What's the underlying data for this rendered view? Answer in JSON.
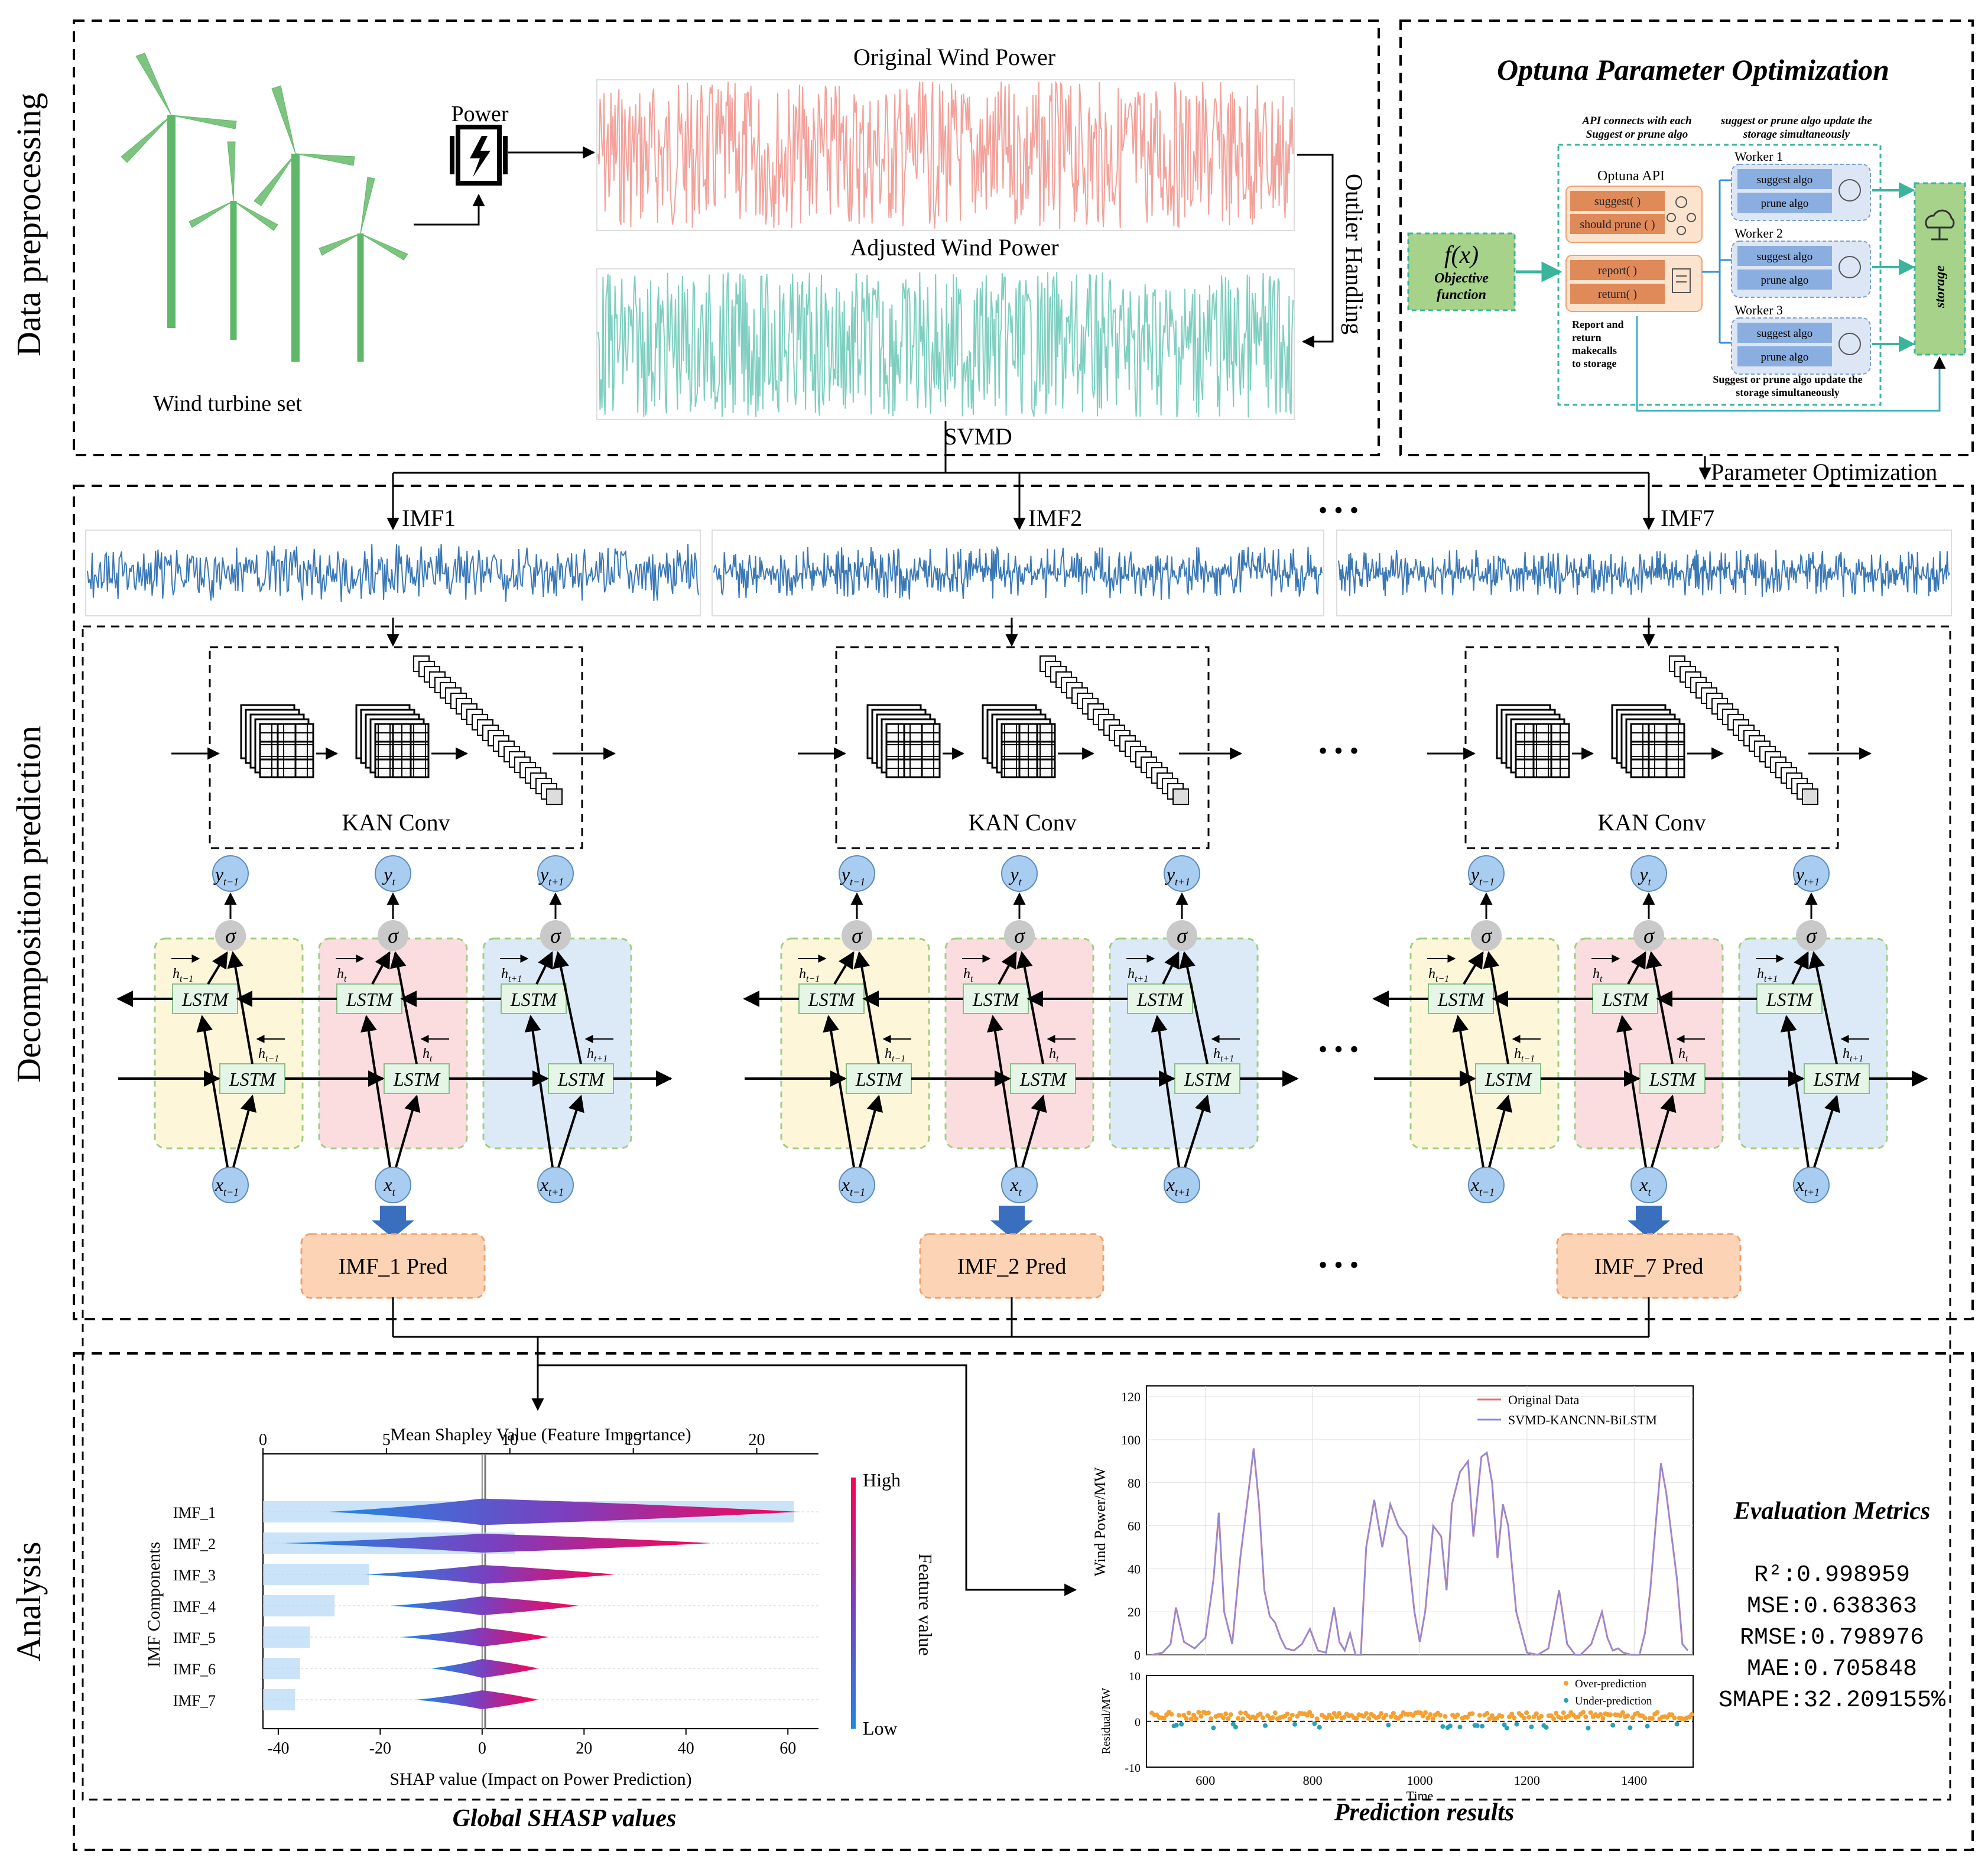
{
  "sections": {
    "preprocessing": "Data preprocessing",
    "decomposition": "Decomposition prediction",
    "analysis": "Analysis"
  },
  "preprocessing": {
    "turbine_label": "Wind turbine set",
    "power_label": "Power",
    "original_title": "Original Wind Power",
    "adjusted_title": "Adjusted Wind Power",
    "outlier": "Outlier Handling",
    "svmd": "SVMD",
    "colors": {
      "original": "#f2a29b",
      "adjusted": "#7ecfc0"
    }
  },
  "optuna": {
    "title": "Optuna Parameter Optimization",
    "objective_fx": "f(x)",
    "objective_line1": "Objective",
    "objective_line2": "function",
    "note_api_1": "API connects with each",
    "note_api_2": "Suggest or prune algo",
    "note_update_1": "suggest or prune algo update the",
    "note_update_2": "storage simultaneously",
    "api_label": "Optuna API",
    "suggest": "suggest( )",
    "should_prune": "should prune ( )",
    "report": "report( )",
    "return": "return( )",
    "report_note": [
      "Report and",
      "return",
      "makecalls",
      "to storage"
    ],
    "workers": [
      "Worker 1",
      "Worker 2",
      "Worker 3"
    ],
    "suggest_algo": "suggest algo",
    "prune_algo": "prune algo",
    "storage": "storage",
    "bottom_note_1": "Suggest or prune algo update the",
    "bottom_note_2": "storage simultaneously",
    "param_opt": "Parameter Optimization"
  },
  "decomposition": {
    "imf_labels": [
      "IMF1",
      "IMF2",
      "IMF7"
    ],
    "kan_conv": "KAN Conv",
    "lstm": "LSTM",
    "sigma": "σ",
    "preds": [
      "IMF_1 Pred",
      "IMF_2 Pred",
      "IMF_7 Pred"
    ],
    "ellipsis": "• • •",
    "y_labels": [
      "y",
      "y",
      "y"
    ],
    "x_labels": [
      "x",
      "x",
      "x"
    ],
    "subscripts": [
      "t−1",
      "t",
      "t+1"
    ],
    "colors": {
      "imf": "#3a78b5",
      "cell_yellow": "#fdf6d8",
      "cell_pink": "#fbdde0",
      "cell_blue": "#dceaf7",
      "pred": "#fcd3b4",
      "node": "#a9cdf0"
    }
  },
  "analysis": {
    "shap_title": "Global SHASP values",
    "shap_top_axis": "Mean Shapley Value (Feature Importance)",
    "shap_bottom_axis": "SHAP value (Impact on Power Prediction)",
    "shap_ylabel": "IMF Components",
    "feature_value": "Feature value",
    "high": "High",
    "low": "Low",
    "pred_title": "Prediction results",
    "legend_original": "Original Data",
    "legend_model": "SVMD-KANCNN-BiLSTM",
    "legend_over": "Over-prediction",
    "legend_under": "Under-prediction",
    "ylabel_main": "Wind Power/MW",
    "ylabel_resid": "Residual/MW",
    "xlabel": "Time",
    "metrics_title": "Evaluation Metrics",
    "metrics": [
      "R²:0.998959",
      "MSE:0.638363",
      "RMSE:0.798976",
      "MAE:0.705848",
      "SMAPE:32.209155%"
    ]
  },
  "chart_data": [
    {
      "type": "bar",
      "title": "Global SHASP values",
      "xlabel_top": "Mean Shapley Value (Feature Importance)",
      "xlabel": "SHAP value (Impact on Power Prediction)",
      "ylabel": "IMF Components",
      "categories": [
        "IMF_1",
        "IMF_2",
        "IMF_3",
        "IMF_4",
        "IMF_5",
        "IMF_6",
        "IMF_7"
      ],
      "mean_shap": [
        21.5,
        10.2,
        4.3,
        2.9,
        1.9,
        1.5,
        1.3
      ],
      "top_ticks": [
        0,
        5,
        10,
        15,
        20
      ],
      "top_xlim": [
        0,
        22.5
      ],
      "shap_ranges": [
        [
          -30,
          62
        ],
        [
          -39,
          45
        ],
        [
          -23,
          26
        ],
        [
          -18,
          19
        ],
        [
          -16,
          13
        ],
        [
          -10,
          11
        ],
        [
          -13,
          11
        ]
      ],
      "bottom_ticks": [
        -40,
        -20,
        0,
        20,
        40,
        60
      ],
      "xlim": [
        -43,
        66
      ],
      "colorbar": [
        "Low",
        "High"
      ]
    },
    {
      "type": "line",
      "title": "Prediction results",
      "xlabel": "Time",
      "ylabel": "Wind Power/MW",
      "series": [
        {
          "name": "Original Data"
        },
        {
          "name": "SVMD-KANCNN-BiLSTM"
        }
      ],
      "x": [
        500,
        520,
        535,
        545,
        560,
        580,
        600,
        615,
        625,
        635,
        650,
        665,
        680,
        690,
        700,
        710,
        720,
        730,
        740,
        750,
        765,
        780,
        795,
        810,
        825,
        840,
        850,
        860,
        870,
        880,
        890,
        900,
        915,
        930,
        945,
        960,
        975,
        990,
        1000,
        1010,
        1025,
        1040,
        1050,
        1060,
        1075,
        1090,
        1100,
        1115,
        1125,
        1135,
        1145,
        1155,
        1165,
        1180,
        1200,
        1220,
        1240,
        1260,
        1275,
        1290,
        1300,
        1320,
        1340,
        1350,
        1360,
        1370,
        1380,
        1395,
        1410,
        1420,
        1430,
        1440,
        1450,
        1460,
        1470,
        1480,
        1490,
        1500
      ],
      "y": [
        0,
        1,
        5,
        22,
        6,
        3,
        8,
        35,
        66,
        20,
        5,
        45,
        75,
        96,
        70,
        30,
        18,
        15,
        8,
        3,
        2,
        5,
        12,
        2,
        1,
        22,
        6,
        2,
        10,
        0,
        0,
        50,
        72,
        50,
        70,
        60,
        55,
        20,
        6,
        20,
        60,
        55,
        30,
        70,
        85,
        90,
        55,
        92,
        94,
        80,
        45,
        70,
        60,
        20,
        1,
        0,
        3,
        30,
        5,
        0,
        0,
        5,
        20,
        8,
        2,
        3,
        1,
        0,
        0,
        10,
        30,
        60,
        89,
        75,
        55,
        35,
        5,
        2
      ],
      "ylim": [
        0,
        125
      ],
      "xlim": [
        490,
        1510
      ],
      "y_ticks": [
        0,
        20,
        40,
        60,
        80,
        100,
        120
      ],
      "x_ticks": [
        600,
        800,
        1000,
        1200,
        1400
      ],
      "residual": {
        "series": [
          "Over-prediction",
          "Under-prediction"
        ],
        "ylim": [
          -10,
          10
        ],
        "y_ticks": [
          -10,
          0,
          10
        ]
      }
    }
  ]
}
